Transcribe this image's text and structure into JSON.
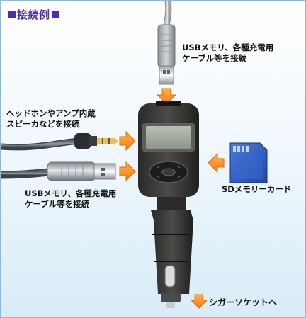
{
  "title": "接続例",
  "labels": {
    "usb_top": [
      "USBメモリ、各種充電用",
      "ケーブル等を接続"
    ],
    "headphone": [
      "ヘッドホンやアンプ内蔵",
      "スピーカなどを接続"
    ],
    "usb_left": [
      "USBメモリ、各種充電用",
      "ケーブル等を接続"
    ],
    "sd_card": "SDメモリーカード",
    "cigar_socket": "シガーソケットへ"
  },
  "colors": {
    "title": "#4a2fa8",
    "arrow": "#f7941d",
    "sd_card": "#2f5fc4"
  }
}
